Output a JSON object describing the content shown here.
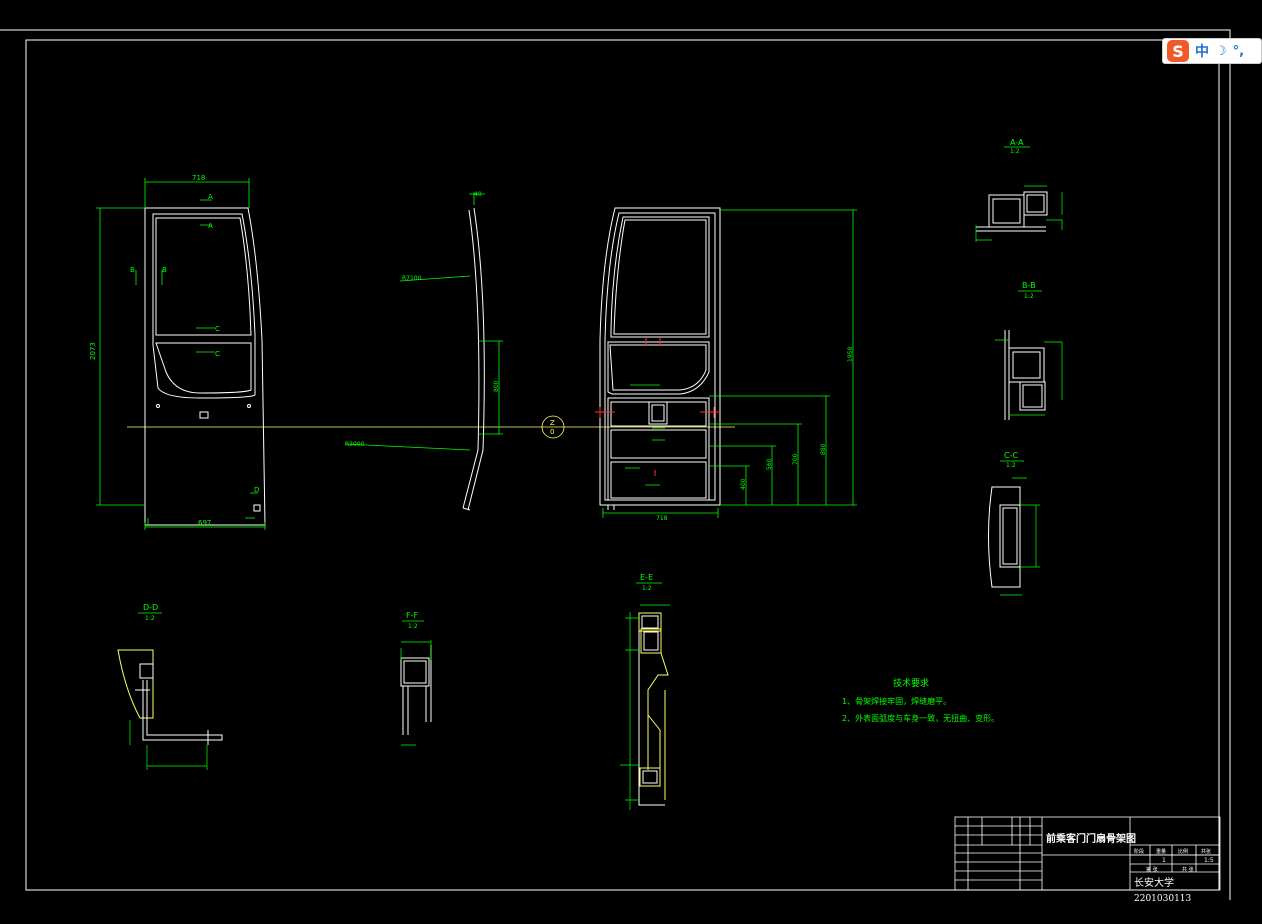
{
  "app": {
    "background": "#000000",
    "frame_color": "#ffffff",
    "line_color": "#ffffff",
    "dim_color": "#00ff00",
    "red_color": "#ff3030",
    "center_line_color": "#ffff66"
  },
  "ime": {
    "logo_letter": "S",
    "mode": "中",
    "moon_icon": "moon-icon",
    "punct": "°,"
  },
  "sections": {
    "aa": {
      "title": "A-A",
      "scale": "1:2"
    },
    "bb": {
      "title": "B-B",
      "scale": "1:2"
    },
    "cc": {
      "title": "C-C",
      "scale": "1:2"
    },
    "dd": {
      "title": "D-D",
      "scale": "1:2"
    },
    "ee": {
      "title": "E-E",
      "scale": "1:2"
    },
    "ff": {
      "title": "F-F",
      "scale": "1:2"
    }
  },
  "views": {
    "front_top_dim": "718",
    "front_height_dim": "2073",
    "front_bottom_dim": "697",
    "section_mark_a": "A",
    "section_mark_b": "B",
    "section_mark_c": "C",
    "section_mark_d": "D",
    "side_top_dim": "40",
    "side_label_1": "R7100",
    "side_label_2": "R3000",
    "side_mid_dim": "800",
    "center_mark_top": "Z",
    "center_mark_bottom": "0",
    "back_height_dim": "1958",
    "back_bottom_dim": "718",
    "back_dims": [
      "400",
      "560",
      "700",
      "880"
    ]
  },
  "tech": {
    "title": "技术要求",
    "line1": "1、骨架焊接牢固，焊缝磨平。",
    "line2": "2、外表面弧度与车身一致，无扭曲、变形。"
  },
  "title_block": {
    "drawing_name": "前乘客门门扇骨架图",
    "school": "长安大学",
    "number": "2201030113",
    "hdr1": "阶段",
    "hdr2": "重量",
    "hdr3": "比例",
    "hdr4": "共张",
    "qty": "1",
    "scale": "1:5",
    "sheet": "第 张",
    "total": "共 张"
  }
}
